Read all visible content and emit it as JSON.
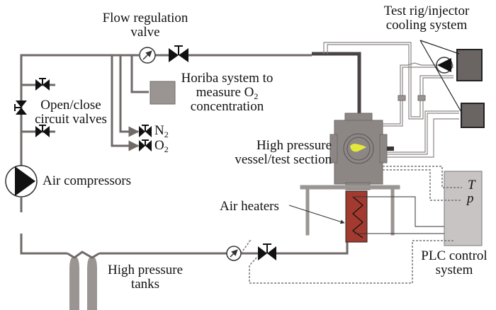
{
  "diagram": {
    "title": "High pressure combustion test rig schematic",
    "labels": {
      "flow_valve_l1": "Flow regulation",
      "flow_valve_l2": "valve",
      "cooling_l1": "Test rig/injector",
      "cooling_l2": "cooling system",
      "horiba_l1": "Horiba system to",
      "horiba_l2a": "measure O",
      "horiba_l2sub": "2",
      "horiba_l3": "concentration",
      "valves_l1": "Open/close",
      "valves_l2": "circuit valves",
      "n2_main": "N",
      "n2_sub": "2",
      "o2_main": "O",
      "o2_sub": "2",
      "vessel_l1": "High pressure",
      "vessel_l2": "vessel/test section",
      "compressors": "Air compressors",
      "heaters": "Air heaters",
      "plc_T": "T",
      "plc_p": "p",
      "plc_l1": "PLC control",
      "plc_l2": "system",
      "tanks_l1": "High pressure",
      "tanks_l2": "tanks"
    },
    "colors": {
      "pipe": "#6f6a68",
      "dark_pipe": "#4a4544",
      "vessel": "#8c8784",
      "box": "#6a6463",
      "heater": "#a33a2f",
      "flame": "#e3e83a",
      "plc": "#c8c4c4",
      "tank": "#9a9593"
    }
  }
}
